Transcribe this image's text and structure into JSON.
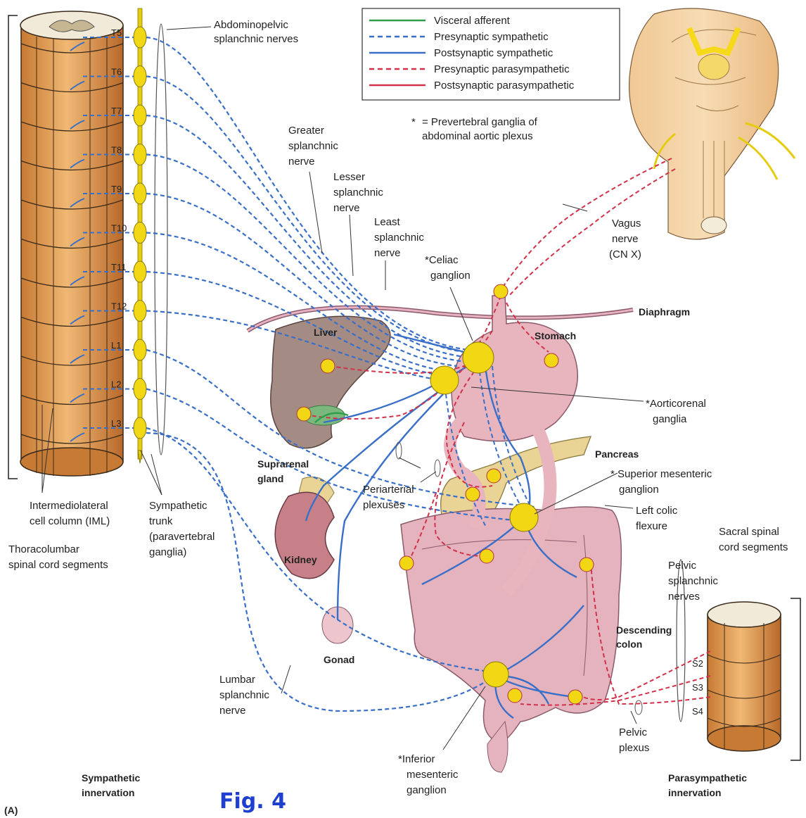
{
  "legend": {
    "items": [
      {
        "label": "Visceral afferent",
        "color": "#2e9e4a",
        "dash": false
      },
      {
        "label": "Presynaptic sympathetic",
        "color": "#3a6fc7",
        "dash": true
      },
      {
        "label": "Postsynaptic sympathetic",
        "color": "#3a6fc7",
        "dash": false
      },
      {
        "label": "Presynaptic parasympathetic",
        "color": "#d1324a",
        "dash": true
      },
      {
        "label": "Postsynaptic parasympathetic",
        "color": "#d1324a",
        "dash": false
      }
    ],
    "note_symbol": "*",
    "note_line1": "= Prevertebral ganglia of",
    "note_line2": "abdominal aortic plexus"
  },
  "segments": {
    "thoracolumbar": [
      "T5",
      "T6",
      "T7",
      "T8",
      "T9",
      "T10",
      "T11",
      "T12",
      "L1",
      "L2",
      "L3"
    ],
    "sacral": [
      "S2",
      "S3",
      "S4"
    ]
  },
  "labels": {
    "abdominopelvic_1": "Abdominopelvic",
    "abdominopelvic_2": "splanchnic nerves",
    "greater_1": "Greater",
    "greater_2": "splanchnic",
    "greater_3": "nerve",
    "lesser_1": "Lesser",
    "lesser_2": "splanchnic",
    "lesser_3": "nerve",
    "least_1": "Least",
    "least_2": "splanchnic",
    "least_3": "nerve",
    "celiac_1": "*Celiac",
    "celiac_2": "ganglion",
    "vagus_1": "Vagus",
    "vagus_2": "nerve",
    "vagus_3": "(CN X)",
    "diaphragm": "Diaphragm",
    "liver": "Liver",
    "stomach": "Stomach",
    "aorticorenal_1": "*Aorticorenal",
    "aorticorenal_2": "ganglia",
    "pancreas": "Pancreas",
    "sup_mes_1": "* Superior mesenteric",
    "sup_mes_2": "ganglion",
    "left_colic_1": "Left colic",
    "left_colic_2": "flexure",
    "suprarenal_1": "Suprarenal",
    "suprarenal_2": "gland",
    "periarterial_1": "Periarterial",
    "periarterial_2": "plexuses",
    "kidney": "Kidney",
    "gonad": "Gonad",
    "iml_1": "Intermediolateral",
    "iml_2": "cell column (IML)",
    "trunk_1": "Sympathetic",
    "trunk_2": "trunk",
    "trunk_3": "(paravertebral",
    "trunk_4": "ganglia)",
    "thoraco_1": "Thoracolumbar",
    "thoraco_2": "spinal cord segments",
    "sacral_1": "Sacral spinal",
    "sacral_2": "cord segments",
    "pelvic_spl_1": "Pelvic",
    "pelvic_spl_2": "splanchnic",
    "pelvic_spl_3": "nerves",
    "descending_1": "Descending",
    "descending_2": "colon",
    "lumbar_1": "Lumbar",
    "lumbar_2": "splanchnic",
    "lumbar_3": "nerve",
    "pelvic_plexus_1": "Pelvic",
    "pelvic_plexus_2": "plexus",
    "inf_mes_1": "*Inferior",
    "inf_mes_2": "mesenteric",
    "inf_mes_3": "ganglion",
    "symp_innerv_1": "Sympathetic",
    "symp_innerv_2": "innervation",
    "para_innerv_1": "Parasympathetic",
    "para_innerv_2": "innervation",
    "panel": "(A)",
    "figure": "Fig. 4"
  },
  "colors": {
    "sympathetic": "#3a6fc7",
    "parasympathetic": "#d1324a",
    "afferent": "#2e9e4a",
    "ganglion": "#f2d814",
    "cord": "#e8a55a",
    "organ_pink": "#e8b5bf",
    "liver": "#a48c84",
    "pancreas": "#e9d495",
    "kidney": "#c88088"
  }
}
